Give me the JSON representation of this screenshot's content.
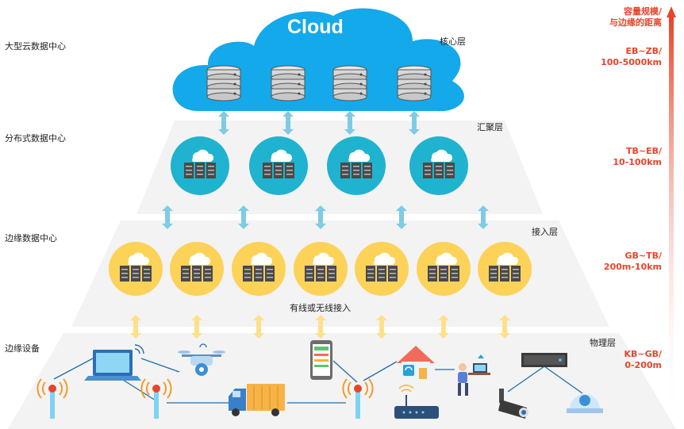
{
  "tiers": {
    "cloud_dc": "大型云数据中心",
    "distributed_dc": "分布式数据中心",
    "edge_dc": "边缘数据中心",
    "edge_devices": "边缘设备"
  },
  "layers": {
    "core": "核心层",
    "aggregation": "汇聚层",
    "access": "接入层",
    "physical": "物理层"
  },
  "cloud_label": "Cloud",
  "access_note": "有线或无线接入",
  "scale_header": {
    "line1": "容量规模/",
    "line2": "与边缘的距离"
  },
  "capacities": [
    {
      "size": "EB~ZB/",
      "distance": "100-5000km"
    },
    {
      "size": "TB~EB/",
      "distance": "10-100km"
    },
    {
      "size": "GB~TB/",
      "distance": "200m-10km"
    },
    {
      "size": "KB~GB/",
      "distance": "0-200m"
    }
  ],
  "colors": {
    "cloud": "#13a9ea",
    "teal_node": "#1fb3cf",
    "yellow_node": "#fdd259",
    "arrow_blue": "#7fcbe3",
    "arrow_yellow": "#ffe08a",
    "scale_red": "#e8442a"
  }
}
